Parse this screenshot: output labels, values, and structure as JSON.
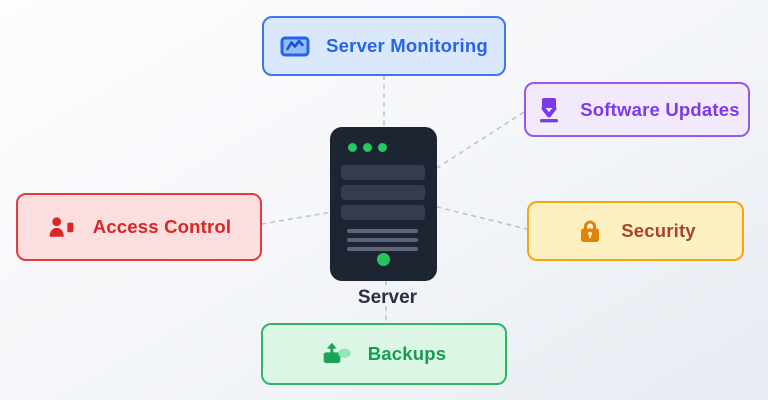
{
  "diagram": {
    "type": "architecture",
    "center_node": {
      "label": "Server",
      "color": "#1d2533",
      "led_color": "#22c55e"
    },
    "nodes": [
      {
        "id": "monitoring",
        "label": "Server Monitoring",
        "icon": "line-chart-monitor-icon",
        "border_color": "#3d77ea",
        "background": "#dbe8fb",
        "text_color": "#2563eb"
      },
      {
        "id": "updates",
        "label": "Software Updates",
        "icon": "download-icon",
        "border_color": "#9557f0",
        "background": "#f3e9fd",
        "text_color": "#7c3aed"
      },
      {
        "id": "access",
        "label": "Access Control",
        "icon": "person-badge-icon",
        "border_color": "#e23d3d",
        "background": "#fcdede",
        "text_color": "#d92626"
      },
      {
        "id": "security",
        "label": "Security",
        "icon": "lock-icon",
        "border_color": "#f2a70c",
        "background": "#fdf1c2",
        "text_color": "#a8432a"
      },
      {
        "id": "backups",
        "label": "Backups",
        "icon": "upload-backup-icon",
        "border_color": "#2eb566",
        "background": "#dcf6e5",
        "text_color": "#169d4e"
      }
    ],
    "edges": [
      {
        "from": "Server",
        "to": "Server Monitoring",
        "style": "dashed"
      },
      {
        "from": "Server",
        "to": "Software Updates",
        "style": "dashed"
      },
      {
        "from": "Server",
        "to": "Access Control",
        "style": "dashed"
      },
      {
        "from": "Server",
        "to": "Security",
        "style": "dashed"
      },
      {
        "from": "Server",
        "to": "Backups",
        "style": "dashed"
      }
    ],
    "edge_color": "#b9c3d2",
    "background_gradient": [
      "#fdfdfe",
      "#e7ebf2"
    ]
  }
}
